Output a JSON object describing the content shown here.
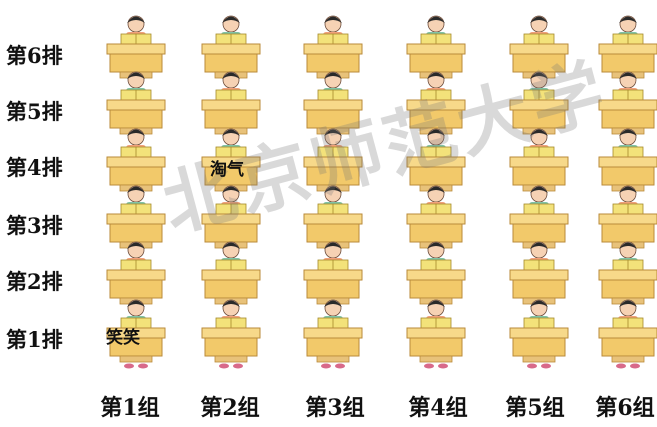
{
  "rows": [
    "第6排",
    "第5排",
    "第4排",
    "第3排",
    "第2排",
    "第1排"
  ],
  "groups": [
    "第1组",
    "第2组",
    "第3组",
    "第4组",
    "第5组",
    "第6组"
  ],
  "labels": {
    "xiaoxiao": "笑笑",
    "taoqi": "淘气"
  },
  "watermark": "北京师范大学",
  "colors": {
    "desk_top": "#f7d98a",
    "desk_front": "#f2c96a",
    "desk_edge": "#b98a3a",
    "book": "#f3e27a",
    "hair": "#2a2a2a",
    "skin": "#f6d2b4"
  }
}
